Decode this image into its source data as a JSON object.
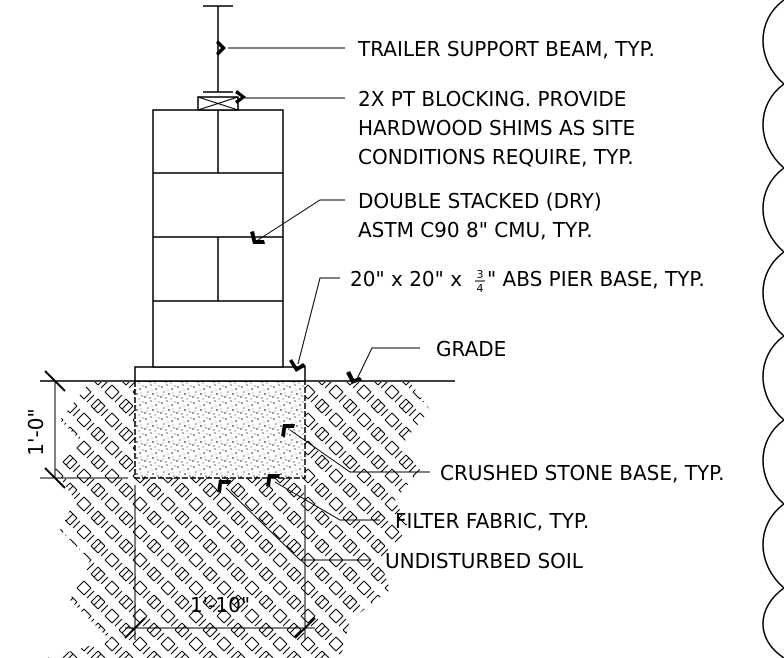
{
  "labels": {
    "beam": "TRAILER SUPPORT BEAM, TYP.",
    "blocking_1": "2X PT BLOCKING. PROVIDE",
    "blocking_2": "HARDWOOD SHIMS AS SITE",
    "blocking_3": "CONDITIONS REQUIRE, TYP.",
    "cmu_1": "DOUBLE STACKED (DRY)",
    "cmu_2": "ASTM C90 8\" CMU, TYP.",
    "pier_base_prefix": "20\" x 20\" x",
    "pier_base_frac_num": "3",
    "pier_base_frac_den": "4",
    "pier_base_suffix": "\" ABS PIER BASE, TYP.",
    "grade": "GRADE",
    "crushed_stone": "CRUSHED STONE BASE, TYP.",
    "filter_fabric": "FILTER FABRIC, TYP.",
    "undisturbed_soil": "UNDISTURBED SOIL"
  },
  "dimensions": {
    "depth": "1'-0\"",
    "width": "1'-10\""
  }
}
